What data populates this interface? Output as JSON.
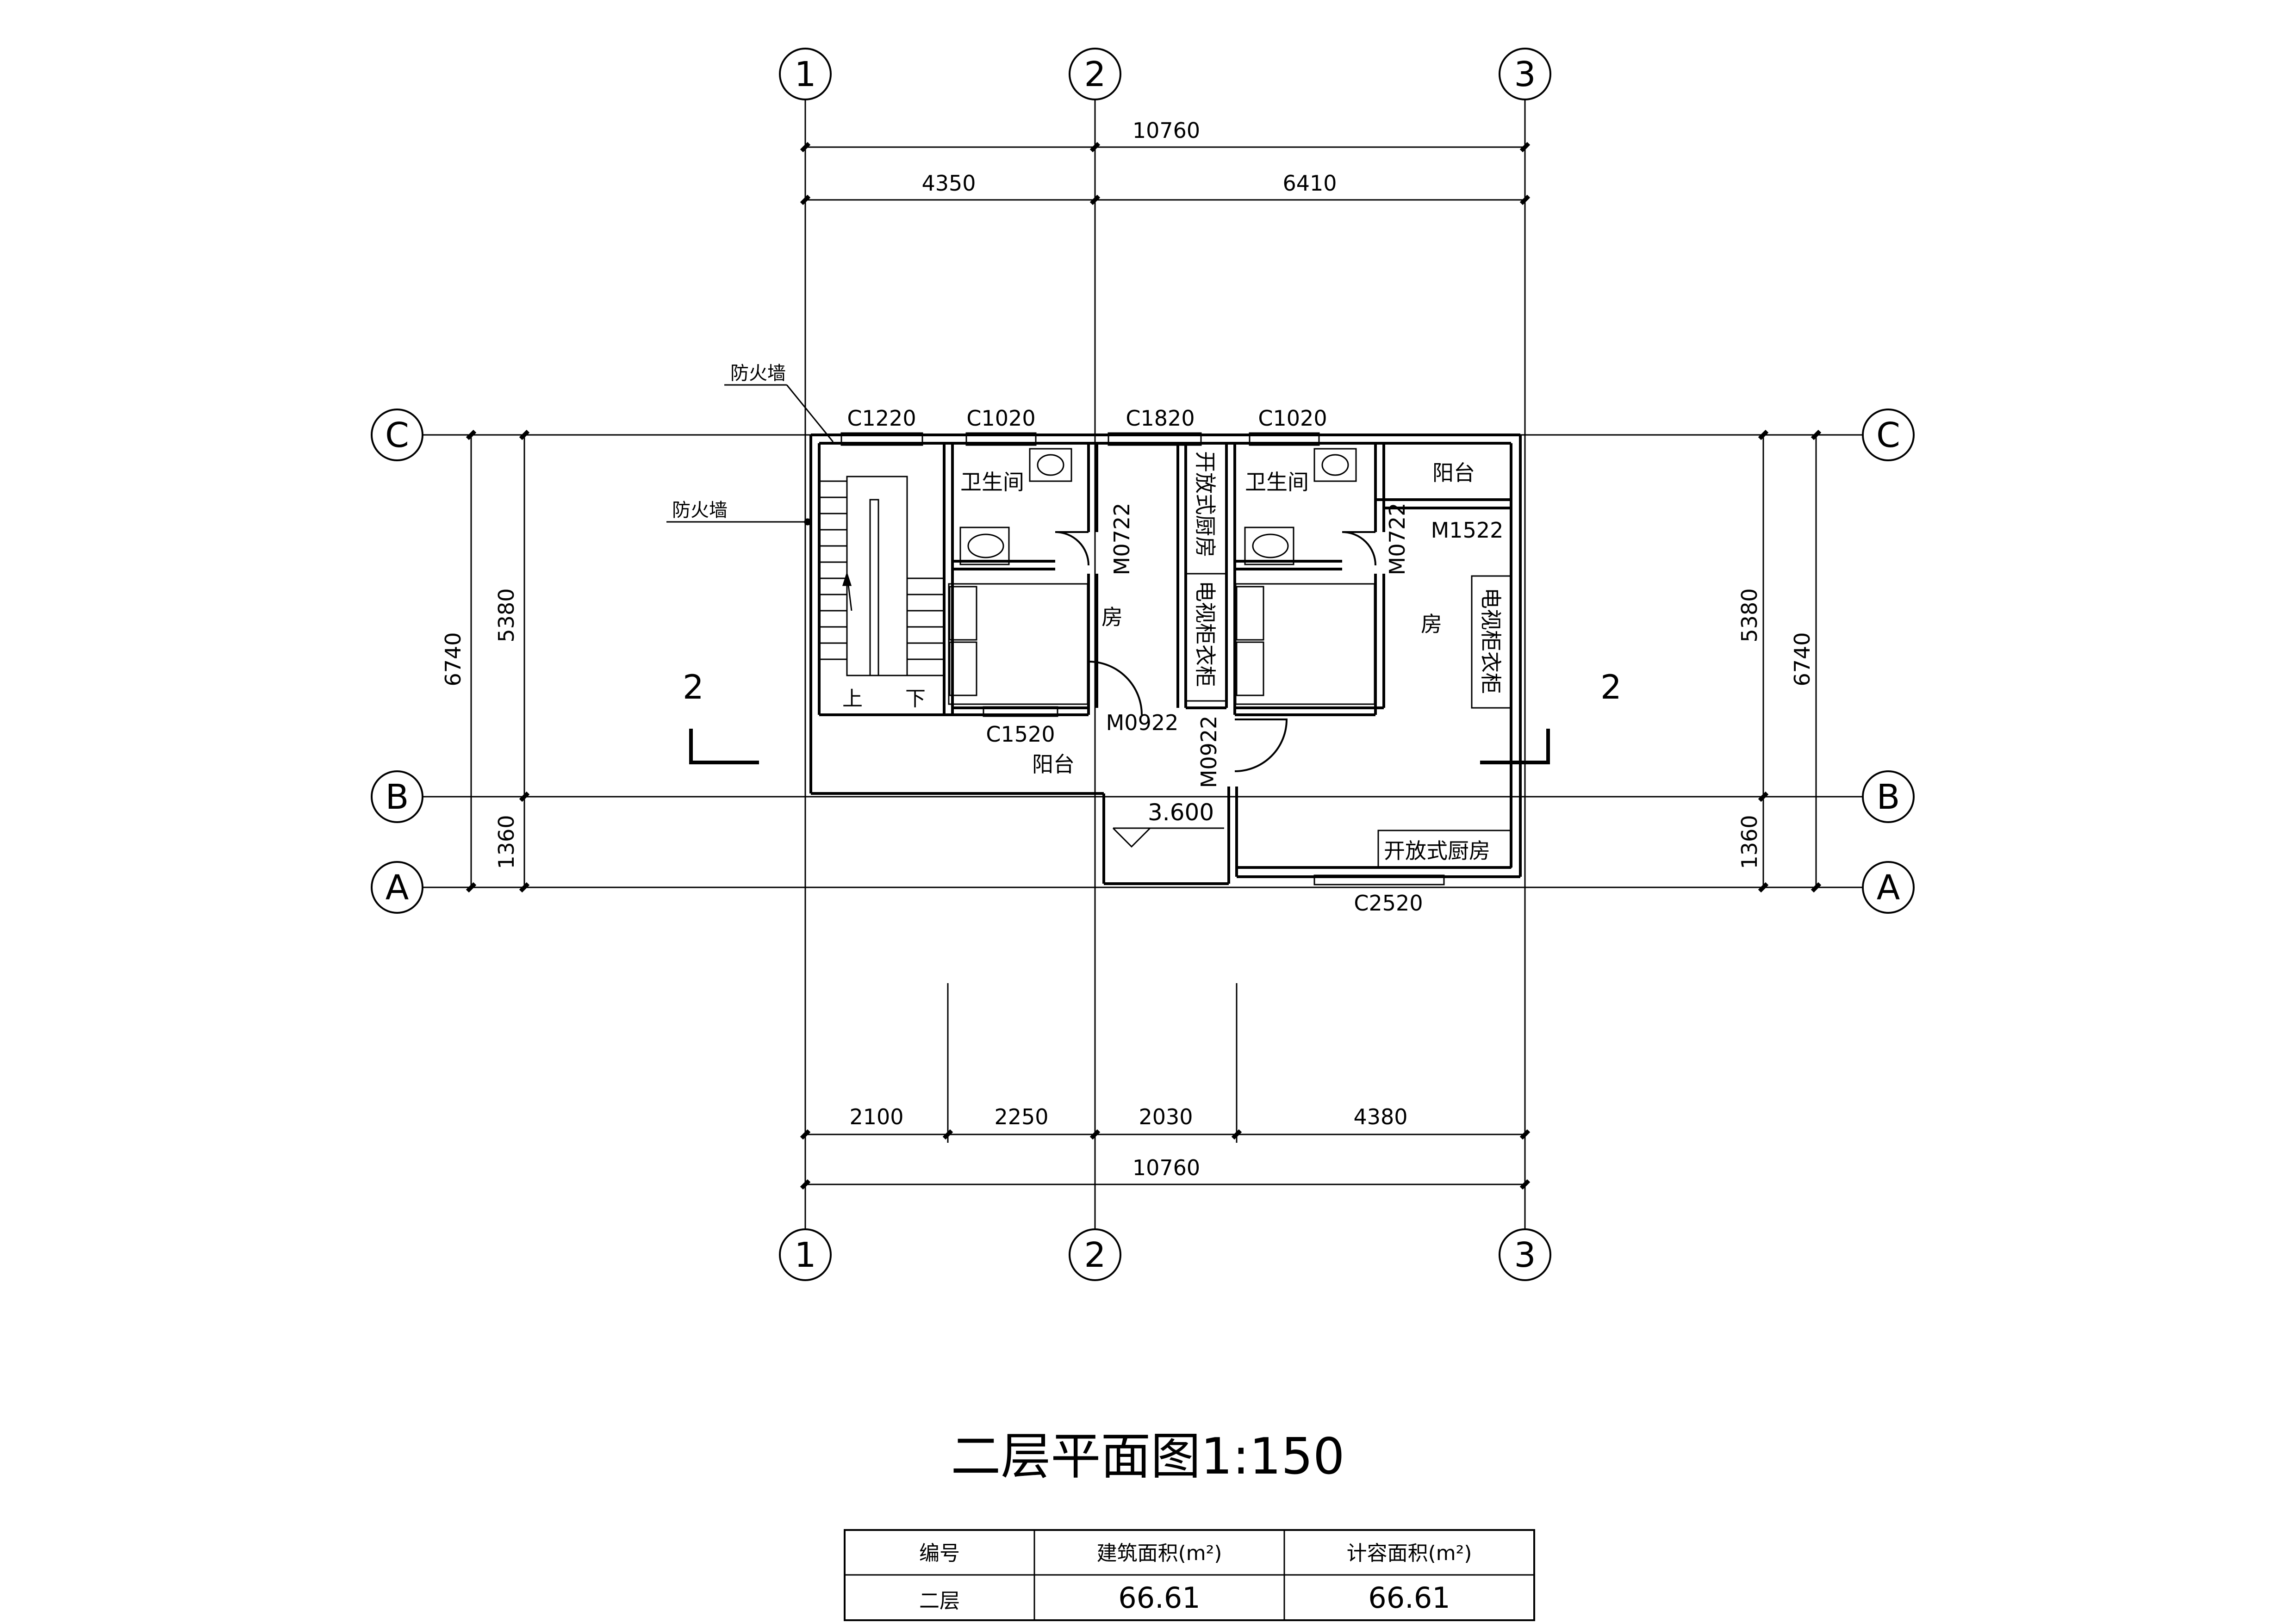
{
  "axes": {
    "vertical": [
      "1",
      "2",
      "3"
    ],
    "horizontal": [
      "C",
      "B",
      "A"
    ]
  },
  "dimensions": {
    "top_total": "10760",
    "top_parts": [
      "4350",
      "6410"
    ],
    "bottom_parts": [
      "2100",
      "2250",
      "2030",
      "4380"
    ],
    "bottom_total": "10760",
    "left_outer": "6740",
    "left_inner": "5380",
    "left_lower": "1360",
    "right_outer": "6740",
    "right_inner": "5380",
    "right_lower": "1360"
  },
  "windows": {
    "c1220": "C1220",
    "c1020_left": "C1020",
    "c1820": "C1820",
    "c1020_right": "C1020",
    "c1520": "C1520",
    "c2520": "C2520"
  },
  "doors": {
    "m0722_left": "M0722",
    "m0722_right": "M0722",
    "m1522": "M1522",
    "m0922_left": "M0922",
    "m0922_right": "M0922"
  },
  "rooms": {
    "bathroom_left": "卫生间",
    "bathroom_right": "卫生间",
    "kitchen_top": "开放式厨房",
    "kitchen_bottom": "开放式厨房",
    "tv_cabinet_left": "电视柜衣柜",
    "tv_cabinet_right": "电视柜衣柜",
    "room_left": "房",
    "room_right": "房",
    "balcony_top": "阳台",
    "balcony_bottom": "阳台",
    "stair_up": "上",
    "stair_down": "下"
  },
  "annotations": {
    "firewall_top": "防火墙",
    "firewall_left": "防火墙",
    "elevation": "3.600",
    "section_left": "2",
    "section_right": "2"
  },
  "title": "二层平面图1:150",
  "area_table": {
    "headers": [
      "编号",
      "建筑面积(m²)",
      "计容面积(m²)"
    ],
    "rows": [
      [
        "二层",
        "66.61",
        "66.61"
      ]
    ]
  }
}
